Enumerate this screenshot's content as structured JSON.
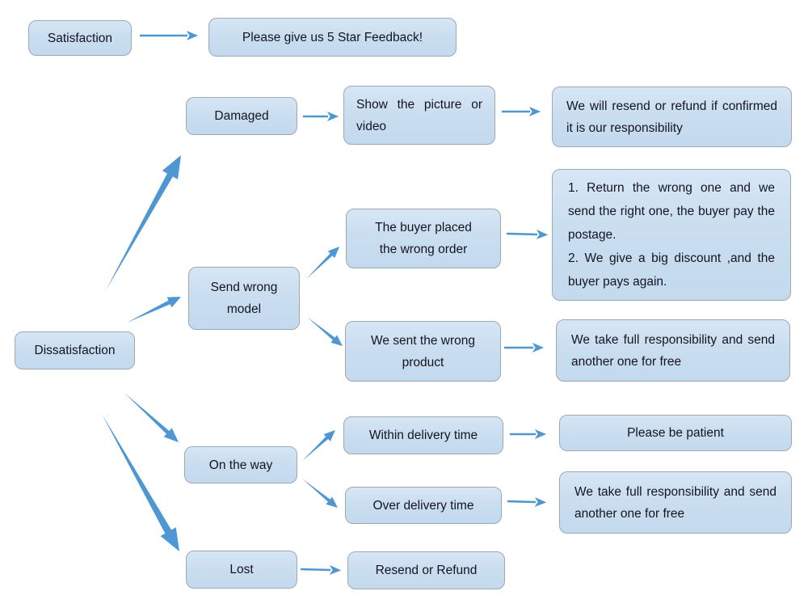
{
  "colors": {
    "box_fill": "#cadef0",
    "box_border": "#9ea8b2",
    "arrow": "#4f97d3",
    "text": "#141420",
    "background": "#ffffff"
  },
  "flowchart": {
    "satisfaction": "Satisfaction",
    "feedback": "Please give us 5 Star Feedback!",
    "dissatisfaction": "Dissatisfaction",
    "damaged": "Damaged",
    "show_picture": "Show the picture or video",
    "resend_if_confirmed": "We will resend or refund if confirmed it is our responsibility",
    "buyer_wrong_order": "The buyer placed the wrong order",
    "wrong_order_outcome_1": "1. Return the wrong one and we send the right one, the buyer pay the postage.",
    "wrong_order_outcome_2": "2. We give a big discount ,and the buyer pays again.",
    "send_wrong_model": "Send wrong model",
    "we_sent_wrong": "We sent the wrong product",
    "full_responsibility_wrong": "We take full responsibility and send another one for free",
    "on_the_way": "On the way",
    "within_delivery": "Within delivery time",
    "be_patient": "Please be patient",
    "over_delivery": "Over delivery time",
    "full_responsibility_late": "We take full responsibility and send another one for free",
    "lost": "Lost",
    "resend_or_refund": "Resend or Refund"
  }
}
